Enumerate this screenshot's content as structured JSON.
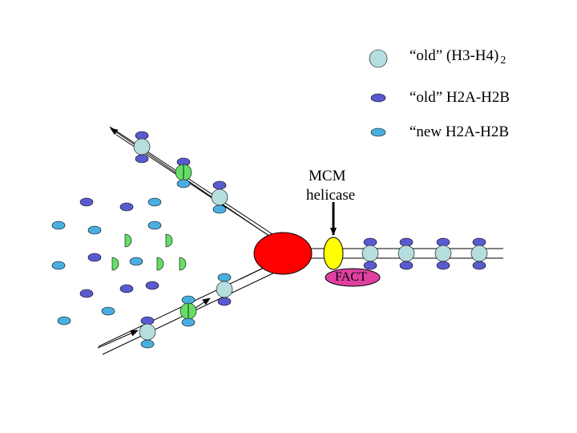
{
  "legend": {
    "old_h3h4": {
      "label": "“old” (H3-H4)",
      "subscript": "2",
      "color": "#b7dede"
    },
    "old_h2ah2b": {
      "label": "“old” H2A-H2B",
      "color": "#5a5ad0"
    },
    "new_h2ah2b": {
      "label": "“new H2A-H2B",
      "color": "#4aaee0"
    }
  },
  "labels": {
    "mcm_line1": "MCM",
    "mcm_line2": "helicase",
    "fact": "FACT"
  },
  "colors": {
    "mcm_helicase": "#ff0000",
    "fact": "#e040a0",
    "chaperone": "#ffff00",
    "new_h3h4": "#66dd66"
  }
}
